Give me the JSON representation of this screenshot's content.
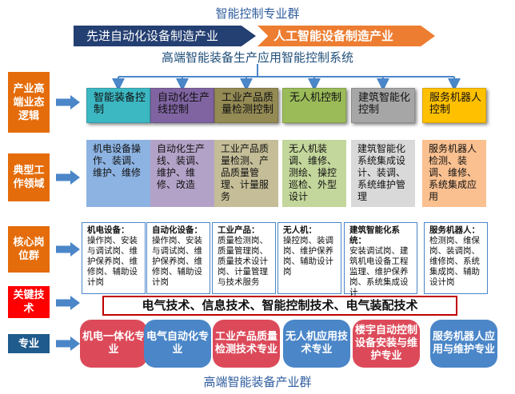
{
  "top_title": "智能控制专业群",
  "banner_left": "先进自动化设备制造产业",
  "banner_right": "人工智能设备制造产业",
  "system_title": "高端智能装备生产应用智能控制系统",
  "side_labels": [
    "产业高端业态逻辑",
    "典型工作领域",
    "核心岗位群",
    "关键技术",
    "专业"
  ],
  "logic_boxes": [
    {
      "label": "智能装备控制",
      "color": "#3cb8c3"
    },
    {
      "label": "自动化生产线控制",
      "color": "#8064a2"
    },
    {
      "label": "工业产品质量检测控制",
      "color": "#948a54"
    },
    {
      "label": "无人机控制",
      "color": "#9bbb59"
    },
    {
      "label": "建筑智能化控制",
      "color": "#a6a6a6"
    },
    {
      "label": "服务机器人控制",
      "color": "#ffc000"
    }
  ],
  "work_areas": [
    {
      "text": "机电设备操作、装调、维护、维修",
      "color": "#8db3e2"
    },
    {
      "text": "自动化生产线、装调、维护、维修、改造",
      "color": "#b3a2c7"
    },
    {
      "text": "工业产品质量检测、产品质量管理、计量服务",
      "color": "#c4bd97"
    },
    {
      "text": "无人机装调、维修、测绘、操控巡检、外型设计",
      "color": "#c3d69b"
    },
    {
      "text": "建筑智能化系统集成设计、装调、系统维护管理",
      "color": "#d9d9d9"
    },
    {
      "text": "服务机器人检测、装调、维修、系统集成应用",
      "color": "#fac090"
    }
  ],
  "posts": [
    {
      "title": "机电设备：",
      "body": "操作岗、安装与调试岗、维护保养岗、维修岗、辅助设计岗"
    },
    {
      "title": "自动化设备：",
      "body": "操作岗、安装与调试岗、维护保养岗、维修岗、辅助设计岗"
    },
    {
      "title": "工业产品：",
      "body": "质量检测岗、质量管理岗、质量技术设计岗、计量管理与技术服务"
    },
    {
      "title": "无人机：",
      "body": "操控岗、装调岗、维护保养岗、辅助设计岗"
    },
    {
      "title": "建筑智能化系统：",
      "body": "安装调试岗、建筑机电设备工程监理、维护保养岗、系统集成设计"
    },
    {
      "title": "服务机器人：",
      "body": "检测岗、维保岗、装调岗、维修岗、系统集成岗、辅助设计岗"
    }
  ],
  "key_tech": "电气技术、信息技术、智能控制技术、电气装配技术",
  "majors": [
    {
      "label": "机电一体化专业",
      "color": "#dc4a5a"
    },
    {
      "label": "电气自动化专业",
      "color": "#4a86c8"
    },
    {
      "label": "工业产品质量检测技术专业",
      "color": "#dc4a5a"
    },
    {
      "label": "无人机应用技术专业",
      "color": "#4a86c8"
    },
    {
      "label": "楼宇自动控制设备安装与维护专业",
      "color": "#dc4a5a"
    },
    {
      "label": "服务机器人应用与维护专业",
      "color": "#4a86c8"
    }
  ],
  "bottom_title": "高端智能装备产业群",
  "colors": {
    "accent_orange": "#e46c0a",
    "accent_blue": "#4a86c8",
    "accent_red": "#ff0000"
  }
}
